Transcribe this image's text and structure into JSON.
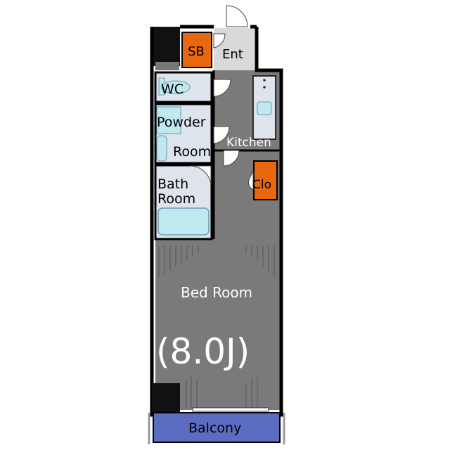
{
  "rooms": {
    "sb": "SB",
    "entrance": "Ent",
    "wc": "WC",
    "powder_line1": "Powder",
    "powder_line2": "Room",
    "kitchen": "Kitchen",
    "bath_line1": "Bath",
    "bath_line2": "Room",
    "closet": "Clo",
    "bedroom": "Bed Room",
    "bedroom_size": "(8.0J)",
    "balcony": "Balcony"
  },
  "colors": {
    "floor": "#7a7a7a",
    "wet_area": "#dde4ec",
    "storage": "#e8680f",
    "fixture": "#bfe9ef",
    "balcony": "#5c6cc0",
    "wall": "#000000"
  }
}
